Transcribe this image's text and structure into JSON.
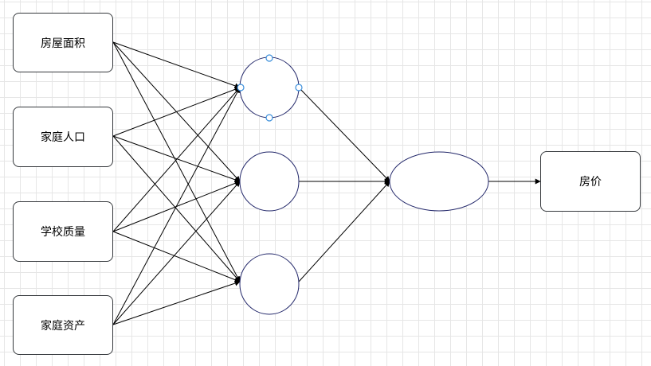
{
  "diagram": {
    "inputs": [
      {
        "id": "in1",
        "label": "房屋面积"
      },
      {
        "id": "in2",
        "label": "家庭人口"
      },
      {
        "id": "in3",
        "label": "学校质量"
      },
      {
        "id": "in4",
        "label": "家庭资产"
      }
    ],
    "hidden_nodes": [
      {
        "id": "h1",
        "selected": true
      },
      {
        "id": "h2",
        "selected": false
      },
      {
        "id": "h3",
        "selected": false
      }
    ],
    "output_node": {
      "id": "o1"
    },
    "result": {
      "id": "r1",
      "label": "房价"
    },
    "edges": [
      [
        "in1",
        "h1"
      ],
      [
        "in1",
        "h2"
      ],
      [
        "in1",
        "h3"
      ],
      [
        "in2",
        "h1"
      ],
      [
        "in2",
        "h2"
      ],
      [
        "in2",
        "h3"
      ],
      [
        "in3",
        "h1"
      ],
      [
        "in3",
        "h2"
      ],
      [
        "in3",
        "h3"
      ],
      [
        "in4",
        "h1"
      ],
      [
        "in4",
        "h2"
      ],
      [
        "in4",
        "h3"
      ],
      [
        "h1",
        "o1"
      ],
      [
        "h2",
        "o1"
      ],
      [
        "h3",
        "o1"
      ],
      [
        "o1",
        "r1"
      ]
    ],
    "colors": {
      "line": "#000000",
      "shape_border": "#24296b",
      "box_border": "#36393d",
      "selection_handle": "#3b8fdb",
      "grid": "#e6e6e6"
    }
  }
}
